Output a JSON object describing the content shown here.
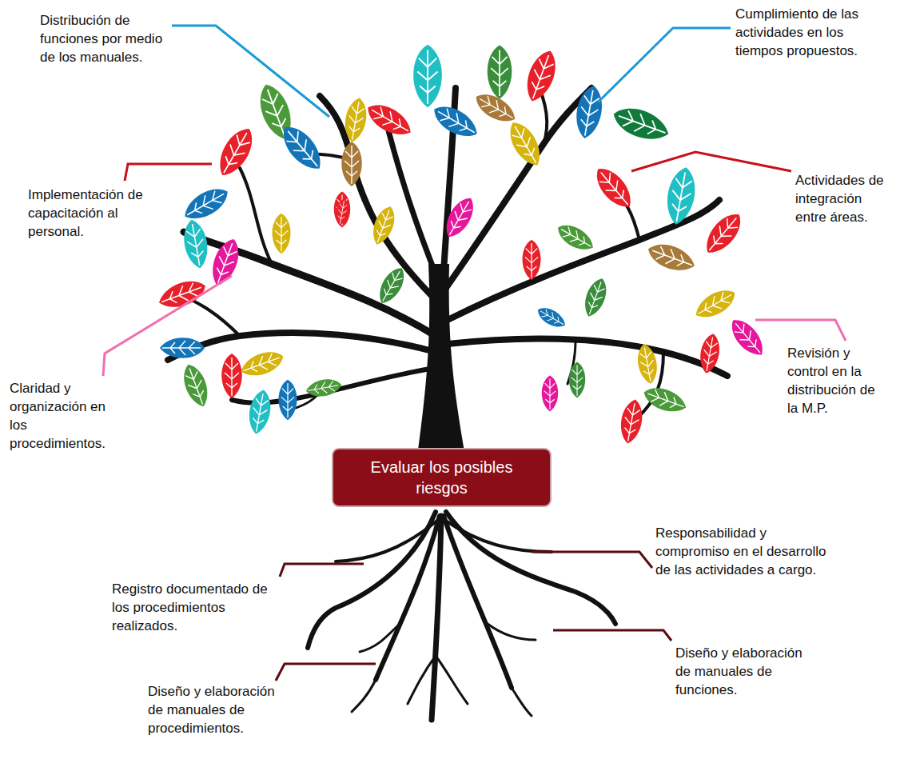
{
  "diagram": {
    "nodes": [
      {
        "text": [
          "Evaluar los posibles riesgos"
        ]
      }
    ],
    "edges": [],
    "labels": [
      "Distribución de funciones por medio de los manuales.",
      "Cumplimiento de las actividades en los tiempos propuestos.",
      "Implementación de capacitación al personal.",
      "Actividades de integración entre áreas.",
      "Claridad y organización en los procedimientos.",
      "Revisión y control en la distribución de la M.P.",
      "Responsabilidad y compromiso en el desarrollo de las actividades a cargo.",
      "Registro documentado de los procedimientos realizados.",
      "Diseño y elaboración de manuales de funciones.",
      "Diseño y elaboración de manuales de procedimientos."
    ]
  }
}
